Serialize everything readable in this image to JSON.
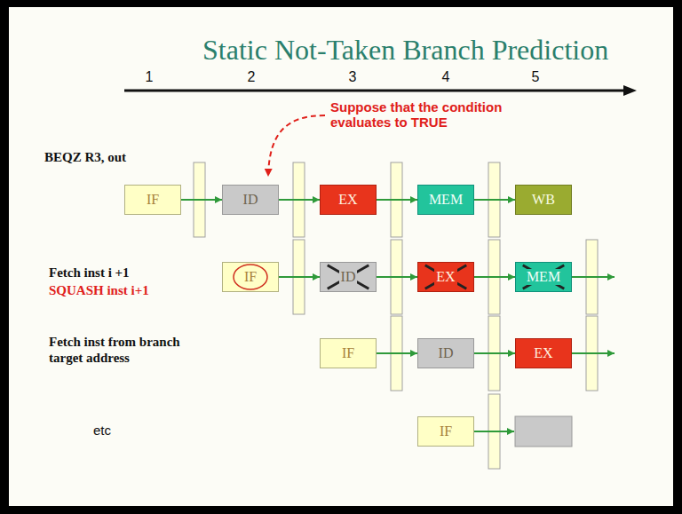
{
  "diagram": {
    "title": "Static Not-Taken Branch Prediction",
    "nodes": [
      {
        "text": [
          "IF"
        ]
      },
      {
        "text": [
          "ID"
        ]
      },
      {
        "text": [
          "EX"
        ]
      },
      {
        "text": [
          "MEM"
        ]
      },
      {
        "text": [
          "WB"
        ]
      },
      {
        "text": [
          "IF"
        ]
      },
      {
        "text": [
          "ID"
        ]
      },
      {
        "text": [
          "EX"
        ]
      },
      {
        "text": [
          "MEM"
        ]
      },
      {
        "text": [
          "IF"
        ]
      },
      {
        "text": [
          "ID"
        ]
      },
      {
        "text": [
          "EX"
        ]
      },
      {
        "text": [
          "IF"
        ]
      }
    ],
    "edges": [
      {
        "from": 0,
        "to": 1,
        "arrow": "to"
      },
      {
        "from": 1,
        "to": 2,
        "arrow": "to"
      },
      {
        "from": 2,
        "to": 3,
        "arrow": "to"
      },
      {
        "from": 3,
        "to": 4,
        "arrow": "to"
      },
      {
        "from": 5,
        "to": 6,
        "arrow": "to"
      },
      {
        "from": 6,
        "to": 7,
        "arrow": "to"
      },
      {
        "from": 7,
        "to": 8,
        "arrow": "to"
      },
      {
        "from": 9,
        "to": 10,
        "arrow": "to"
      },
      {
        "from": 10,
        "to": 11,
        "arrow": "to"
      }
    ],
    "labels": [
      "1",
      "2",
      "3",
      "4",
      "5",
      "Suppose that the condition evaluates to TRUE",
      "BEQZ R3, out",
      "Fetch inst i +1",
      "SQUASH inst i+1",
      "Fetch inst from branch target address",
      "etc"
    ]
  }
}
